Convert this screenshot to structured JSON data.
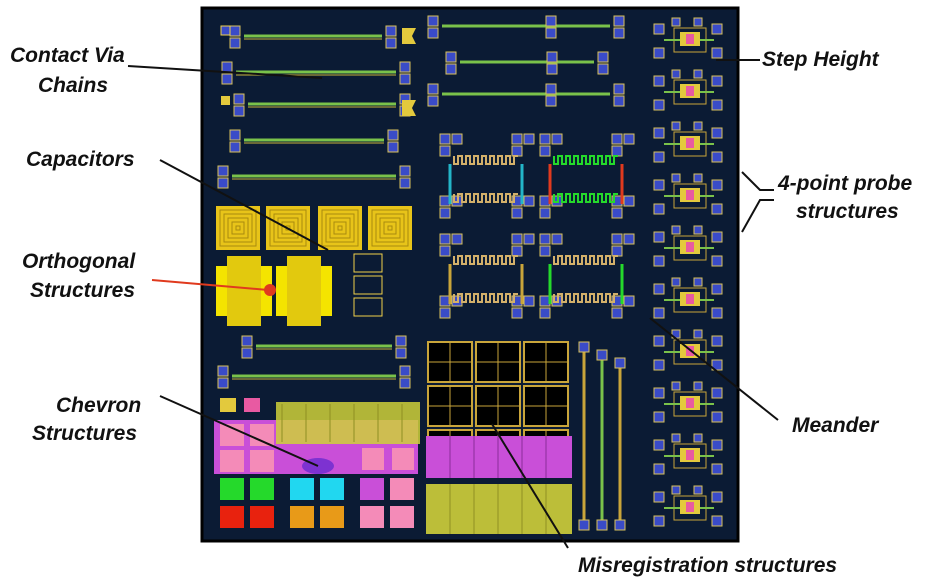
{
  "labels": {
    "contact_via_line1": "Contact Via",
    "contact_via_line2": "Chains",
    "capacitors": "Capacitors",
    "orthogonal_line1": "Orthogonal",
    "orthogonal_line2": "Structures",
    "chevron_line1": "Chevron",
    "chevron_line2": "Structures",
    "step_height": "Step Height",
    "four_point_line1": "4-point probe",
    "four_point_line2": "structures",
    "meander": "Meander",
    "misregistration": "Misregistration structures"
  },
  "colors": {
    "die_background": "#0b1b34",
    "pad": "#3a4bc8",
    "highlight_arrow": "#e03a1e",
    "capacitor": "#e8c419",
    "orthogonal": "#f4e400",
    "chevron_pink": "#f48bb8",
    "chevron_magenta": "#c94fd8",
    "misregistration_yellow": "#cfd03a",
    "chevron_green": "#25d92b",
    "chevron_cyan": "#21d7f0",
    "chevron_orange": "#e89a18",
    "chevron_red": "#e8220e"
  }
}
